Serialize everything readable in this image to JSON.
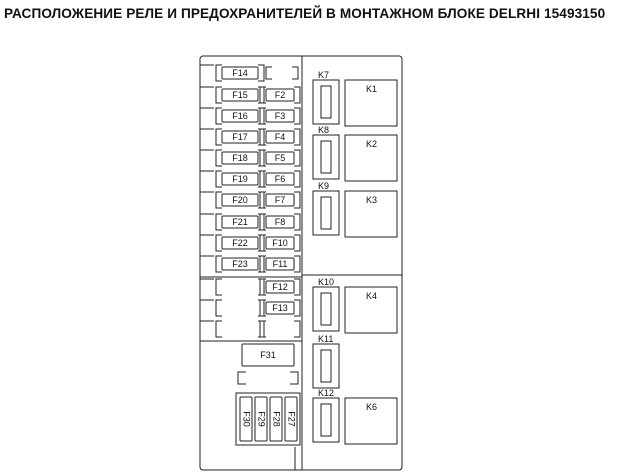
{
  "title": "РАСПОЛОЖЕНИЕ РЕЛЕ И ПРЕДОХРАНИТЕЛЕЙ В МОНТАЖНОМ БЛОКЕ DELRHI 15493150",
  "left_fuses": [
    "F14",
    "F15",
    "F16",
    "F17",
    "F18",
    "F19",
    "F20",
    "F21",
    "F22",
    "F23"
  ],
  "right_fuses": [
    "F2",
    "F3",
    "F4",
    "F5",
    "F6",
    "F7",
    "F8",
    "F10",
    "F11",
    "F12",
    "F13"
  ],
  "large_fuse": "F31",
  "vertical_fuses": [
    "F30",
    "F29",
    "F28",
    "F27"
  ],
  "small_relays": [
    "K7",
    "K8",
    "K9",
    "K10",
    "K11",
    "K12"
  ],
  "large_relays": [
    "K1",
    "K2",
    "K3",
    "K4",
    "K6"
  ]
}
